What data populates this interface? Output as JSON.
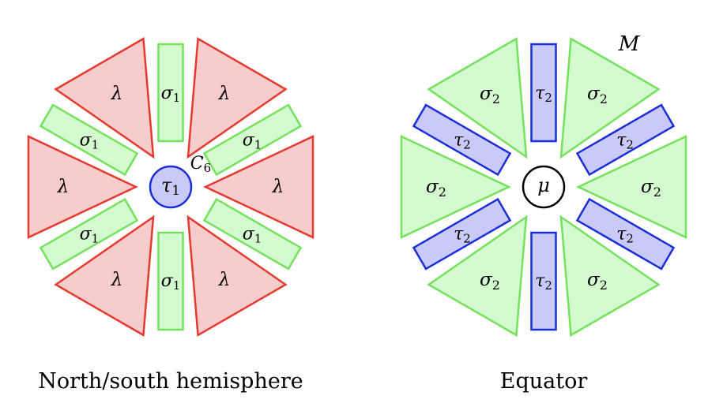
{
  "colors": {
    "red_stroke": "#e53a2f",
    "red_fill": "#f6cccc",
    "green_stroke": "#74e25c",
    "green_fill": "#d4fad0",
    "blue_stroke": "#1a2fd9",
    "blue_fill": "#c9caf7",
    "black": "#000000"
  },
  "left": {
    "caption": "North/south hemisphere",
    "center_label": "τ",
    "center_sub": "1",
    "axis_label": "C",
    "axis_sub": "6",
    "triangle_label": "λ",
    "bar_label": "σ",
    "bar_sub": "1"
  },
  "right": {
    "caption": "Equator",
    "center_label": "μ",
    "corner_label": "M",
    "triangle_label": "σ",
    "triangle_sub": "2",
    "bar_label": "τ",
    "bar_sub": "2"
  }
}
